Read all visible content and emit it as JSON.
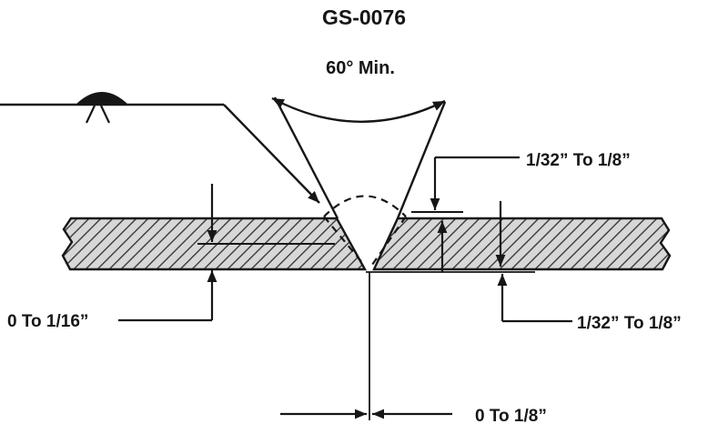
{
  "title": "GS-0076",
  "annotations": {
    "angle": "60° Min.",
    "top_right_dim": "1/32” To 1/8”",
    "left_dim": "0 To 1/16”",
    "bottom_right_dim": "1/32” To 1/8”",
    "bottom_dim": "0 To 1/8”"
  },
  "colors": {
    "line": "#161616",
    "plate_fill": "#d7d7d7",
    "background": "#ffffff"
  }
}
